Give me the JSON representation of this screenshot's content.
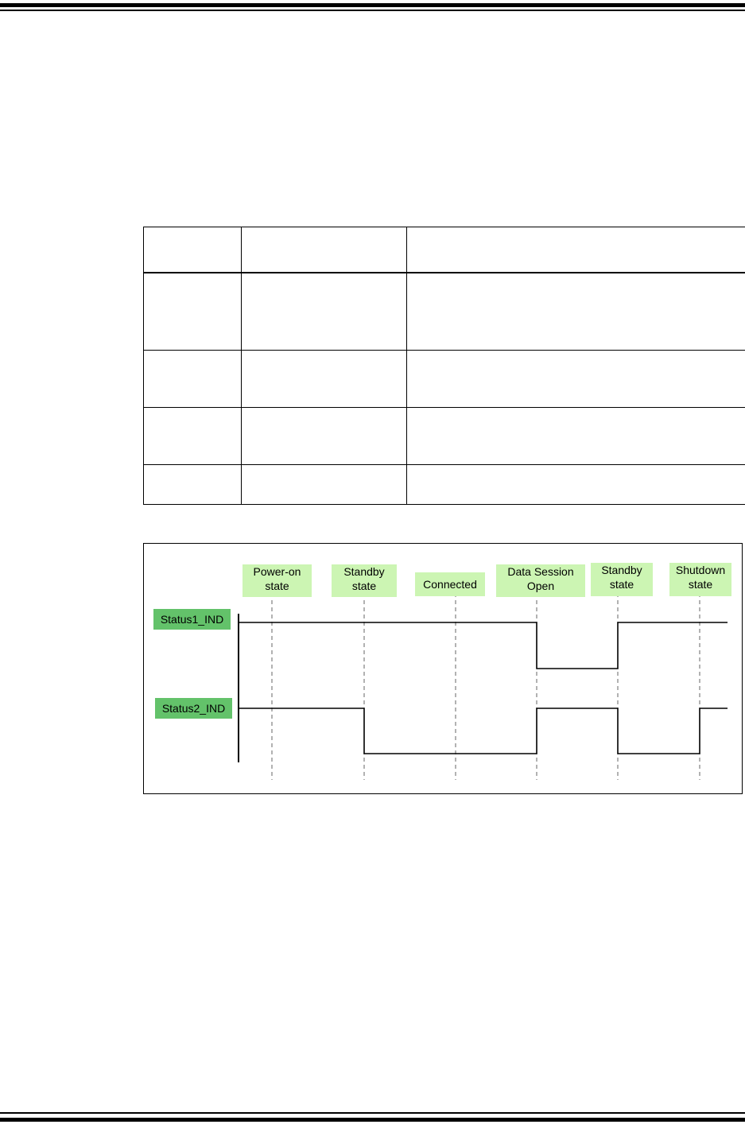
{
  "diagram": {
    "state_labels": [
      {
        "lines": [
          "Power-on",
          "state"
        ]
      },
      {
        "lines": [
          "Standby",
          "state"
        ]
      },
      {
        "lines": [
          "Connected"
        ]
      },
      {
        "lines": [
          "Data Session",
          "Open"
        ]
      },
      {
        "lines": [
          "Standby",
          "state"
        ]
      },
      {
        "lines": [
          "Shutdown",
          "state"
        ]
      }
    ],
    "signals": [
      {
        "label": "Status1_IND",
        "levels": [
          "high",
          "high",
          "high",
          "low",
          "high",
          "high"
        ]
      },
      {
        "label": "Status2_IND",
        "levels": [
          "high",
          "low",
          "low",
          "high",
          "low",
          "high"
        ]
      }
    ],
    "colors": {
      "state_label_fill": "#ccf5b3",
      "signal_label_fill": "#63c26a",
      "dashed_line": "#666666",
      "trace": "#000000"
    }
  }
}
